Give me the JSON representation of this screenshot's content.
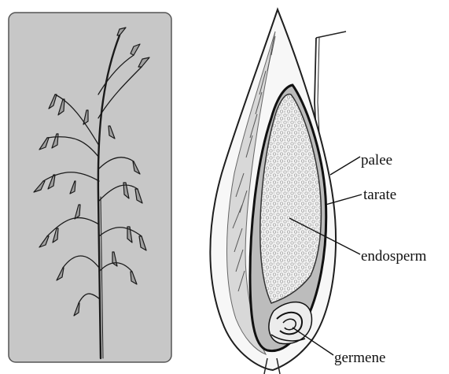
{
  "diagram": {
    "left_panel": {
      "subject": "oat-plant-panicle",
      "background_color": "#c7c7c7",
      "border_color": "#555555"
    },
    "grain_section": {
      "subject": "oat-grain-longitudinal-section",
      "labels": {
        "palee": "palee",
        "tarate": "tarate",
        "endosperm": "endosperm",
        "germene": "germene"
      }
    }
  }
}
